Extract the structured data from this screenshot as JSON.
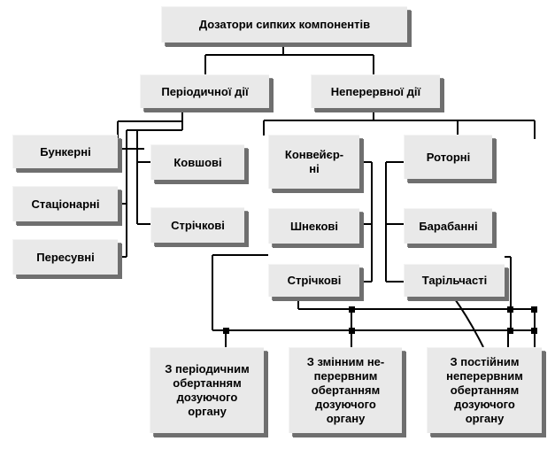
{
  "diagram": {
    "root": "Дозатори сипких компонентів",
    "periodic": "Періодичної дії",
    "continuous": "Неперервної дії",
    "bunker": "Бункерні",
    "stationary": "Стаціонарні",
    "mobile": "Пересувні",
    "bucket": "Ковшові",
    "belt_periodic": "Стрічкові",
    "conveyor": "Конвейєр-\nні",
    "screw": "Шнекові",
    "belt_continuous": "Стрічкові",
    "rotary": "Роторні",
    "drum": "Барабанні",
    "disc": "Тарільчасті",
    "result_periodic": "З періодичним\nобертанням\nдозуючого\nоргану",
    "result_variable": "З змінним не-\nперервним\nобертанням\nдозуючого\nоргану",
    "result_constant": "З постійним\nнеперервним\nобертанням\nдозуючого\nоргану"
  }
}
